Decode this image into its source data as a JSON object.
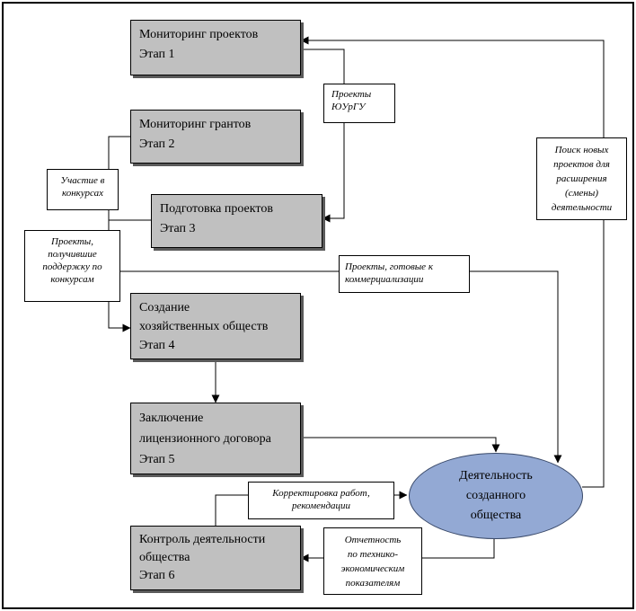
{
  "stages": [
    {
      "id": "stage-1",
      "lines": [
        "Мониторинг проектов",
        "Этап 1"
      ]
    },
    {
      "id": "stage-2",
      "lines": [
        "Мониторинг грантов",
        "Этап 2"
      ]
    },
    {
      "id": "stage-3",
      "lines": [
        "Подготовка проектов",
        "Этап 3"
      ]
    },
    {
      "id": "stage-4",
      "lines": [
        "Создание",
        "хозяйственных обществ",
        "Этап 4"
      ]
    },
    {
      "id": "stage-5",
      "lines": [
        "Заключение",
        "лицензионного договора",
        "Этап 5"
      ]
    },
    {
      "id": "stage-6",
      "lines": [
        "Контроль деятельности",
        "общества",
        "Этап 6"
      ]
    }
  ],
  "activity": {
    "lines": [
      "Деятельность",
      "созданного",
      "общества"
    ]
  },
  "notes": {
    "susu_projects": [
      "Проекты",
      "ЮУрГУ"
    ],
    "contest_participation": [
      "Участие в",
      "конкурсах"
    ],
    "supported_projects": [
      "Проекты,",
      "получившие",
      "поддержку по",
      "конкурсам"
    ],
    "commercialization_ready": [
      "Проекты, готовые к",
      "коммерциализации"
    ],
    "new_projects_search": [
      "Поиск новых",
      "проектов для",
      "расширения",
      "(смены)",
      "деятельности"
    ],
    "work_correction": [
      "Корректировка работ,",
      "рекомендации"
    ],
    "technical_reporting": [
      "Отчетность",
      "по технико-",
      "экономическим",
      "показателям"
    ]
  },
  "colors": {
    "stage_fill": "#c0c0c0",
    "stage_shadow": "#5a5a5a",
    "activity_fill": "#93a9d4",
    "line": "#000000"
  }
}
